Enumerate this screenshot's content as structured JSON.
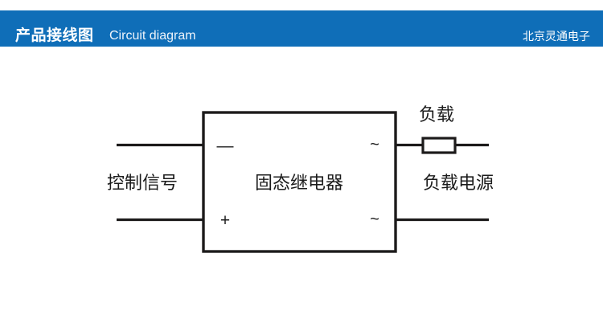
{
  "header": {
    "title_cn": "产品接线图",
    "title_en": "Circuit diagram",
    "brand": "北京灵通电子",
    "bar_color": "#0f6eb8",
    "text_color": "#ffffff"
  },
  "diagram": {
    "type": "circuit-diagram",
    "line_color": "#1d1b1b",
    "background": "#ffffff",
    "relay": {
      "label": "固态继电器",
      "terminal_input_negative": "—",
      "terminal_input_positive": "+",
      "terminal_output_top": "~",
      "terminal_output_bottom": "~"
    },
    "left_side": {
      "label": "控制信号"
    },
    "right_side": {
      "load_label": "负载",
      "power_label": "负载电源",
      "load_symbol": "resistor"
    }
  }
}
